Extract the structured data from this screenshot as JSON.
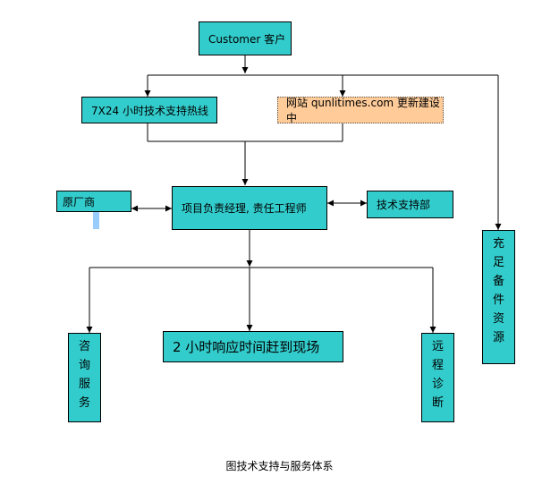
{
  "top": {
    "label": "Customer  客户"
  },
  "row2": {
    "hotline": "7X24 小时技术支持热线",
    "website": "网站 qunlitimes.com 更新建设中"
  },
  "center": {
    "label": "项目负责经理, 责任工程师"
  },
  "left": {
    "label": "原厂商"
  },
  "right": {
    "label": "技术支持部"
  },
  "spare": {
    "chars": [
      "充",
      "足",
      "备",
      "件",
      "资",
      "源"
    ]
  },
  "consult": {
    "chars": [
      "咨",
      "询",
      "服",
      "务"
    ]
  },
  "onsite": {
    "label": "2 小时响应时间赶到现场"
  },
  "remote": {
    "chars": [
      "远",
      "程",
      "诊",
      "断"
    ]
  },
  "caption": "图技术支持与服务体系",
  "colors": {
    "box_fill": "#33cccc",
    "web_fill": "#ffcc99",
    "accent_bar": "#99ccff"
  }
}
